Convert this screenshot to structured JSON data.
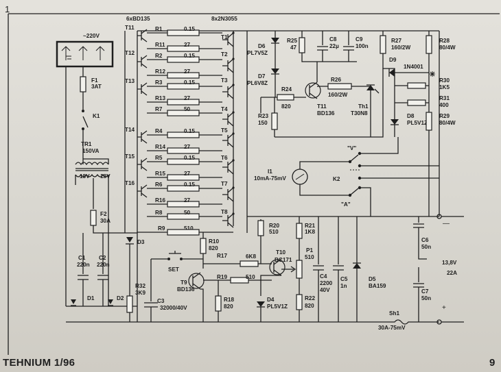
{
  "page": {
    "corner_number": "1",
    "footer_left": "TEHNIUM 1/96",
    "footer_right": "9"
  },
  "colors": {
    "ink": "#1e1e1e",
    "paper": "#dcdad3"
  },
  "labels": {
    "trans_top_left": "6xBD135",
    "trans_top_right": "8x2N3055",
    "t11": "T11",
    "t12": "T12",
    "t13": "T13",
    "t14": "T14",
    "t15": "T15",
    "t16": "T16",
    "t1": "T1",
    "t2": "T2",
    "t3": "T3",
    "t4": "T4",
    "t5": "T5",
    "t6": "T6",
    "t7": "T7",
    "t8": "T8",
    "r1": "R1",
    "r2": "R2",
    "r3": "R3",
    "r4": "R4",
    "r5": "R5",
    "r6": "R6",
    "r7": "R7",
    "r8": "R8",
    "r9": "R9",
    "r11": "R11",
    "r12": "R12",
    "r13": "R13",
    "r14": "R14",
    "r15": "R15",
    "r16": "R16",
    "v015": "0.15",
    "v27": "27",
    "v50": "50",
    "v510": "510",
    "mains": "~220V",
    "f1": "F1",
    "f1v": "3AT",
    "k1": "K1",
    "tr1": "TR1",
    "tr1v": "150VA",
    "v18a": "18V",
    "v18b": "18V",
    "f2": "F2",
    "f2v": "30A",
    "d3": "D3",
    "d1": "D1",
    "d2": "D2",
    "c1": "C1",
    "c1v": "220n",
    "c2": "C2",
    "c2v": "220n",
    "r32": "R32",
    "r32v": "3K9",
    "c3": "C3",
    "c3v": "32000/40V",
    "set": "SET",
    "t9": "T9",
    "t9v": "BD136",
    "r10": "R10",
    "r10v": "820",
    "r17": "R17",
    "r17v": "6K8",
    "r19": "R19",
    "r19v": "510",
    "r18": "R18",
    "r18v": "820",
    "r20": "R20",
    "r20v": "510",
    "t10": "T10",
    "t10v": "BC171",
    "d4": "D4",
    "d4v": "PL5V1Z",
    "r21": "R21",
    "r21v": "1K8",
    "p1": "P1",
    "p1v": "510",
    "c4": "C4",
    "c4v1": "2200",
    "c4v2": "40V",
    "c5": "C5",
    "c5v": "1n",
    "d5": "D5",
    "d5v": "BA159",
    "r22": "R22",
    "r22v": "820",
    "d6": "D6",
    "d6v": "PL7V5Z",
    "d7": "D7",
    "d7v": "PL6V8Z",
    "r25": "R25",
    "r25v": "47",
    "c8": "C8",
    "c8v": "22µ",
    "c9": "C9",
    "c9v": "100n",
    "r24": "R24",
    "r24v": "820",
    "r26": "R26",
    "r26v": "160/2W",
    "r23": "R23",
    "r23v": "150",
    "t11b": "T11",
    "t11bv": "BD136",
    "th1": "Th1",
    "th1v": "T30N8",
    "r27": "R27",
    "r27v": "160/2W",
    "r28": "R28",
    "r28v": "80/4W",
    "d9": "D9",
    "d9v": "1N4001",
    "r30": "R30",
    "r30v": "1K5",
    "r31": "R31",
    "r31v": "400",
    "d8": "D8",
    "d8v": "PL5V1Z",
    "r29": "R29",
    "r29v": "80/4W",
    "meter": "I1",
    "meterv": "10mA-75mV",
    "k2": "K2",
    "v_label": "\"V\"",
    "a_label": "\"A\"",
    "c6": "C6",
    "c6v": "50n",
    "c7": "C7",
    "c7v": "50n",
    "out_v": "13,8V",
    "out_a": "22A",
    "minus": "—",
    "plus": "+",
    "sh1": "Sh1",
    "sh1v": "30A-75mV"
  }
}
